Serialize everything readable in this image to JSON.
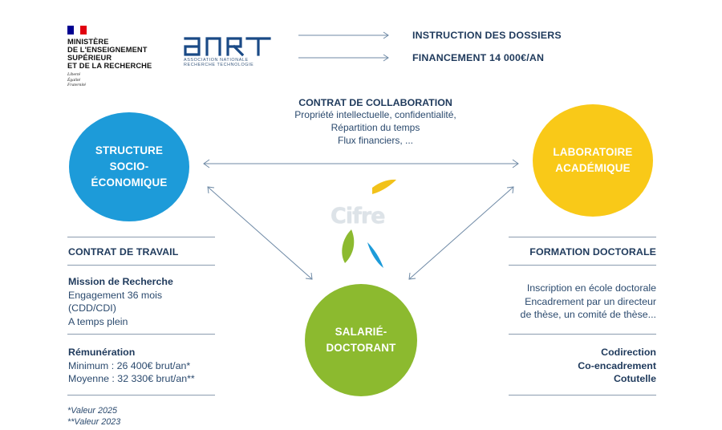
{
  "ministry": {
    "name_lines": [
      "MINISTÈRE",
      "DE L'ENSEIGNEMENT",
      "SUPÉRIEUR",
      "ET DE LA RECHERCHE"
    ],
    "motto_lines": [
      "Liberté",
      "Égalité",
      "Fraternité"
    ],
    "flag_colors": [
      "#000091",
      "#ffffff",
      "#e1000f"
    ]
  },
  "anrt": {
    "logo_text": "anrt",
    "subtitle": "ASSOCIATION NATIONALE\nRECHERCHE TECHNOLOGIE",
    "color": "#1a4a86"
  },
  "top_items": [
    {
      "label": "INSTRUCTION DES DOSSIERS"
    },
    {
      "label": "FINANCEMENT 14 000€/AN"
    }
  ],
  "collaboration": {
    "title": "CONTRAT DE COLLABORATION",
    "lines": [
      "Propriété intellectuelle, confidentialité,",
      "Répartition du temps",
      "Flux financiers, ..."
    ]
  },
  "circles": {
    "structure": {
      "label": "STRUCTURE\nSOCIO-\nÉCONOMIQUE",
      "color": "#1d9bd9"
    },
    "laboratoire": {
      "label": "LABORATOIRE\nACADÉMIQUE",
      "color": "#f9c918"
    },
    "salarie": {
      "label": "SALARIÉ-\nDOCTORANT",
      "color": "#8cba2f"
    }
  },
  "cifre": {
    "text": "Cifre",
    "colors": {
      "yellow": "#f2c21a",
      "green": "#8cba2f",
      "blue": "#1d9bd9"
    }
  },
  "left_panel": {
    "heading": "CONTRAT DE TRAVAIL",
    "mission": {
      "title": "Mission de Recherche",
      "lines": [
        "Engagement 36 mois",
        "(CDD/CDI)",
        "A temps plein"
      ]
    },
    "remuneration": {
      "title": "Rémunération",
      "lines": [
        "Minimum : 26 400€ brut/an*",
        "Moyenne : 32 330€ brut/an**"
      ]
    }
  },
  "right_panel": {
    "heading": "FORMATION DOCTORALE",
    "lines": [
      "Inscription en école doctorale",
      "Encadrement par un directeur",
      "de thèse, un comité de thèse..."
    ],
    "bold_lines": [
      "Codirection",
      "Co-encadrement",
      "Cotutelle"
    ]
  },
  "footnotes": [
    "*Valeur 2025",
    "**Valeur 2023"
  ],
  "line_color": "#6f8aa6"
}
